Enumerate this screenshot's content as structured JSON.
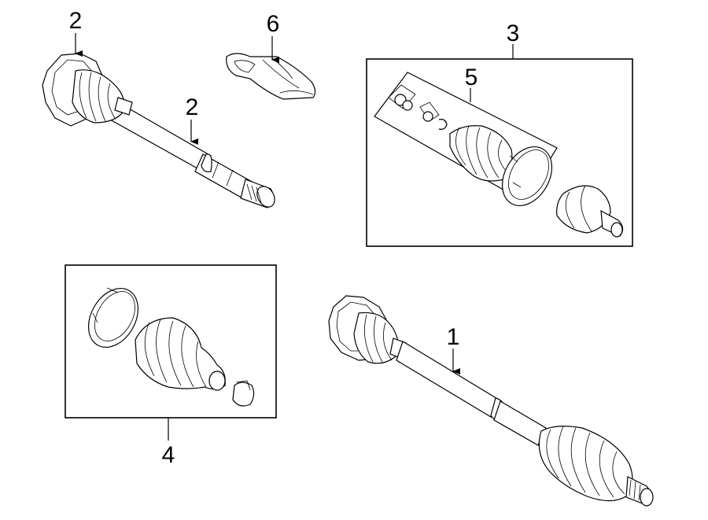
{
  "callouts": {
    "c1": "1",
    "c2a": "2",
    "c2b": "2",
    "c3": "3",
    "c4": "4",
    "c5": "5",
    "c6": "6"
  }
}
